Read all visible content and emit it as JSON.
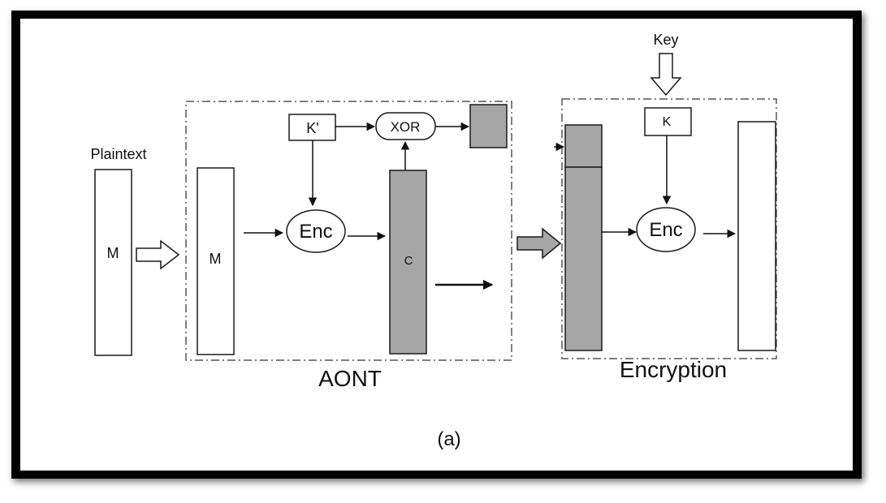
{
  "diagram": {
    "plaintext_label": "Plaintext",
    "message_block_left": "M",
    "message_block_aont": "M",
    "key_prime": "K'",
    "xor_label": "XOR",
    "enc_aont": "Enc",
    "ciphertext_label": "C",
    "aont_label": "AONT",
    "key_label": "Key",
    "key_block": "K",
    "enc_encryption": "Enc",
    "encryption_label": "Encryption",
    "caption": "(a)",
    "colors": {
      "frame": "#000000",
      "background": "#ffffff",
      "filled_block": "#a6a6a6",
      "stroke": "#1a1a1a"
    }
  }
}
